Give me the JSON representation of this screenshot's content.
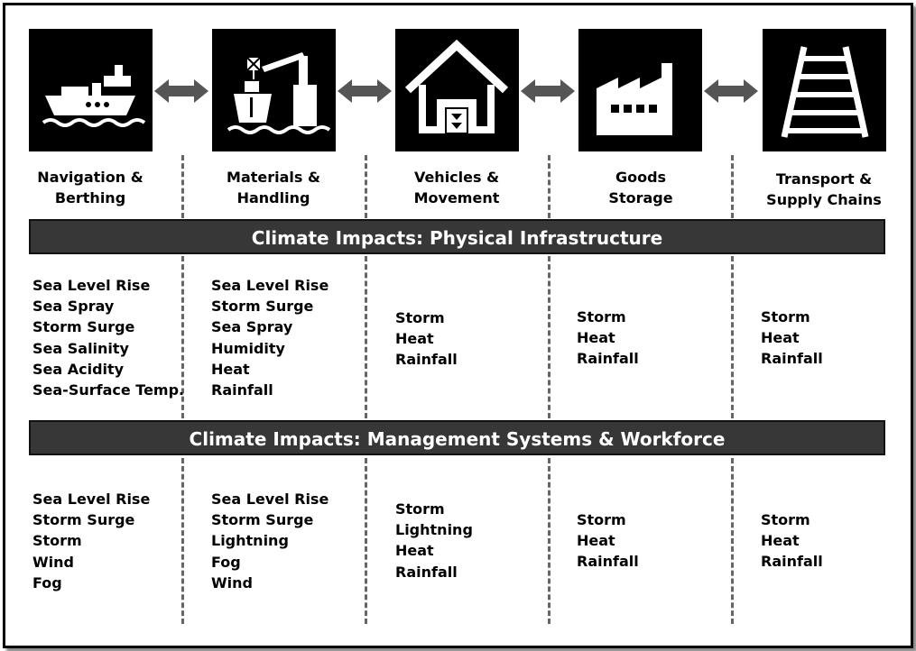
{
  "columns": [
    {
      "label_line1": "Navigation &",
      "label_line2": "Berthing",
      "icon": "ship-icon"
    },
    {
      "label_line1": "Materials &",
      "label_line2": "Handling",
      "icon": "crane-icon"
    },
    {
      "label_line1": "Vehicles &",
      "label_line2": "Movement",
      "icon": "warehouse-icon"
    },
    {
      "label_line1": "Goods",
      "label_line2": "Storage",
      "icon": "factory-icon"
    },
    {
      "label_line1": "Transport &",
      "label_line2": "Supply Chains",
      "icon": "railway-icon"
    }
  ],
  "band_physical": "Climate Impacts: Physical Infrastructure",
  "band_management": "Climate Impacts: Management Systems & Workforce",
  "physical": [
    [
      "Sea Level Rise",
      "Sea Spray",
      "Storm Surge",
      "Sea Salinity",
      "Sea Acidity",
      "Sea-Surface Temp."
    ],
    [
      "Sea Level Rise",
      "Storm Surge",
      "Sea Spray",
      "Humidity",
      "Heat",
      "Rainfall"
    ],
    [
      "Storm",
      "Heat",
      "Rainfall"
    ],
    [
      "Storm",
      "Heat",
      "Rainfall"
    ],
    [
      "Storm",
      "Heat",
      "Rainfall"
    ]
  ],
  "management": [
    [
      "Sea Level Rise",
      "Storm Surge",
      "Storm",
      "Wind",
      "Fog"
    ],
    [
      "Sea Level Rise",
      "Storm Surge",
      "Lightning",
      "Fog",
      "Wind"
    ],
    [
      "Storm",
      "Lightning",
      "Heat",
      "Rainfall"
    ],
    [
      "Storm",
      "Heat",
      "Rainfall"
    ],
    [
      "Storm",
      "Heat",
      "Rainfall"
    ]
  ],
  "colors": {
    "band": "#373737",
    "icon_bg": "#000000",
    "arrow": "#555555",
    "divider": "#666666"
  }
}
